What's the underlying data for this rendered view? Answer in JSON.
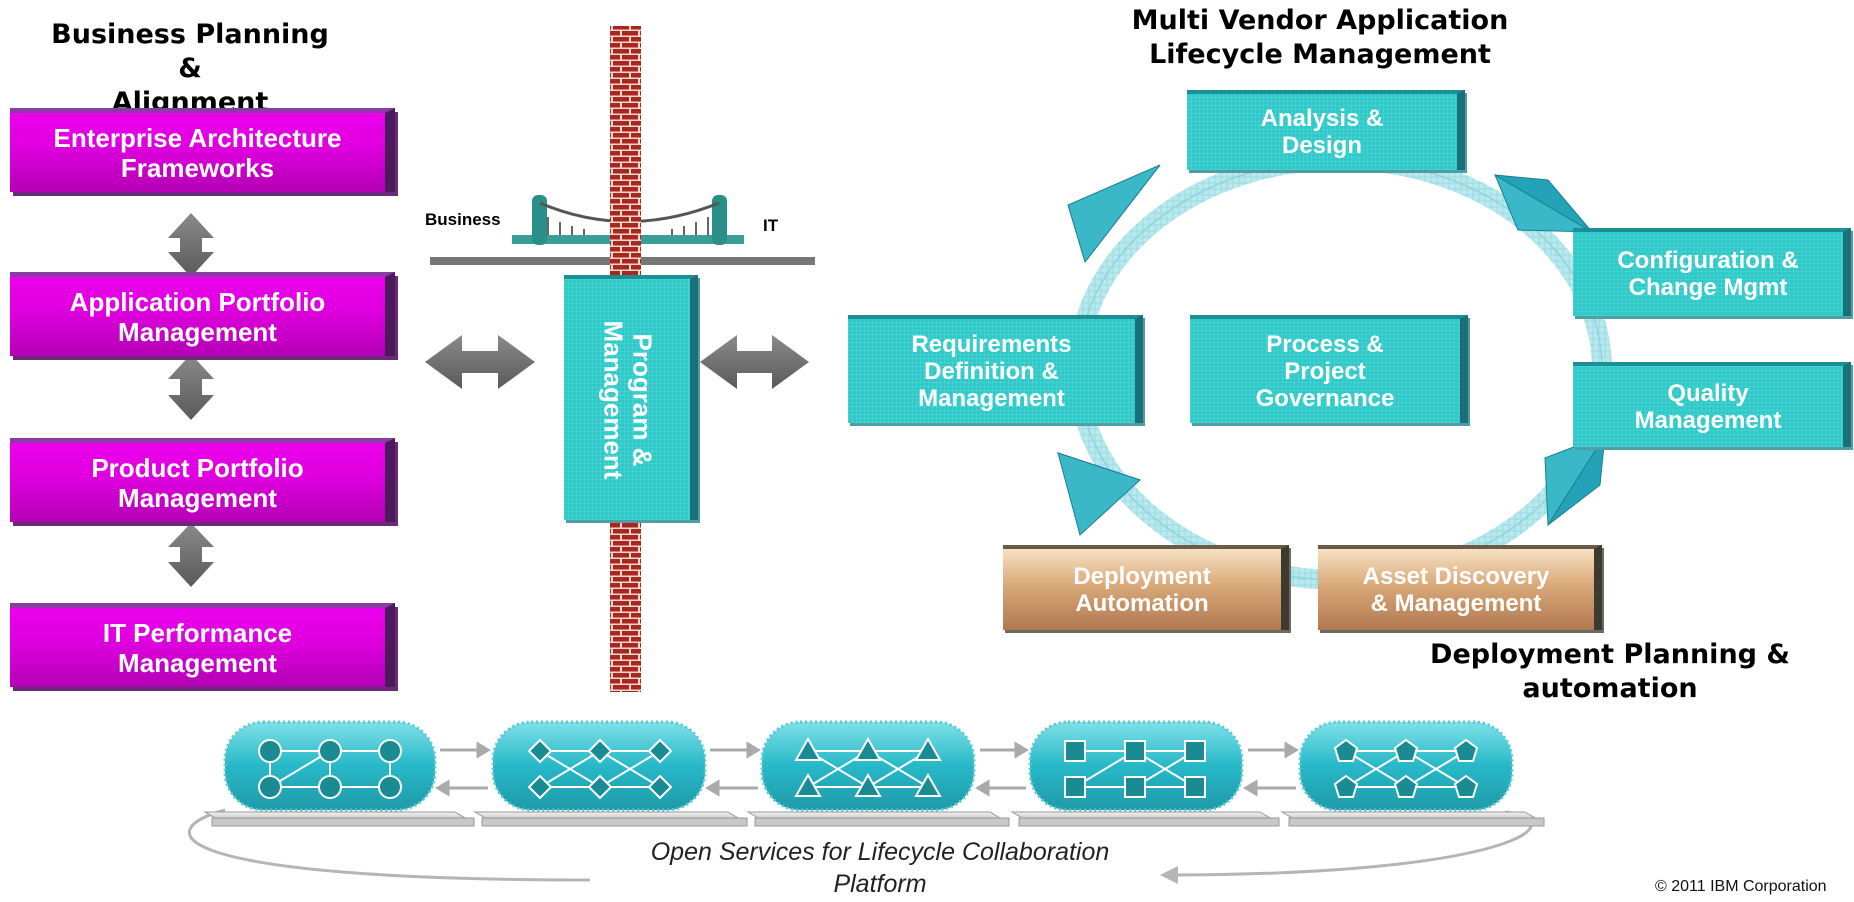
{
  "left": {
    "heading": "Business Planning &\nAlignment",
    "boxes": [
      "Enterprise Architecture\nFrameworks",
      "Application Portfolio\nManagement",
      "Product  Portfolio\nManagement",
      "IT Performance\nManagement"
    ],
    "color": "#dd00dd"
  },
  "bridge": {
    "business_label": "Business",
    "it_label": "IT",
    "program_label": "Program &\nManagement"
  },
  "right": {
    "heading": "Multi Vendor Application\nLifecycle Management",
    "analysis": "Analysis &\nDesign",
    "config": "Configuration &\nChange Mgmt",
    "quality": "Quality\nManagement",
    "requirements": "Requirements\nDefinition &\nManagement",
    "process": "Process &\nProject\nGovernance",
    "deployment": "Deployment\nAutomation",
    "asset": "Asset Discovery\n& Management",
    "deploy_heading": "Deployment Planning &\nautomation",
    "color": "#2ec9c9"
  },
  "platform": {
    "label": "Open Services for Lifecycle Collaboration\nPlatform",
    "node_shapes": [
      "circle-icon",
      "diamond-icon",
      "triangle-icon",
      "square-icon",
      "pentagon-icon"
    ]
  },
  "copyright": "© 2011 IBM Corporation"
}
